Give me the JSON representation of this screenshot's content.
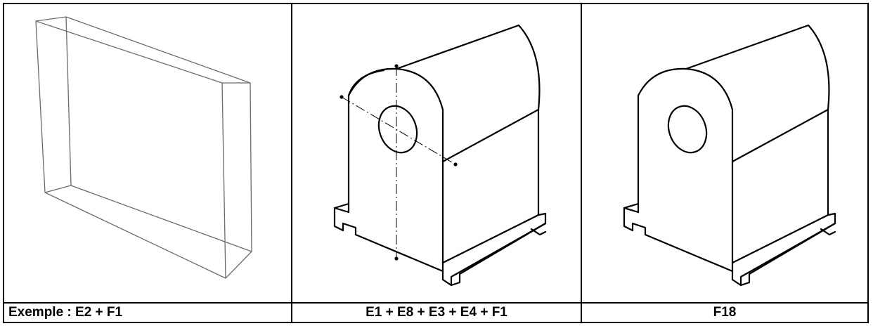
{
  "panels": [
    {
      "caption": "Exemple :  E2  +  F1",
      "depicts": "transparent-thin-box"
    },
    {
      "caption": "E1 + E8 + E3 + E4 + F1",
      "depicts": "bearing-block-with-hole-and-centerlines"
    },
    {
      "caption": "F18",
      "depicts": "bearing-block-with-hole"
    }
  ],
  "colors": {
    "line": "#000000",
    "thin_line": "#6b6b6b",
    "border": "#000000",
    "background": "#ffffff"
  }
}
